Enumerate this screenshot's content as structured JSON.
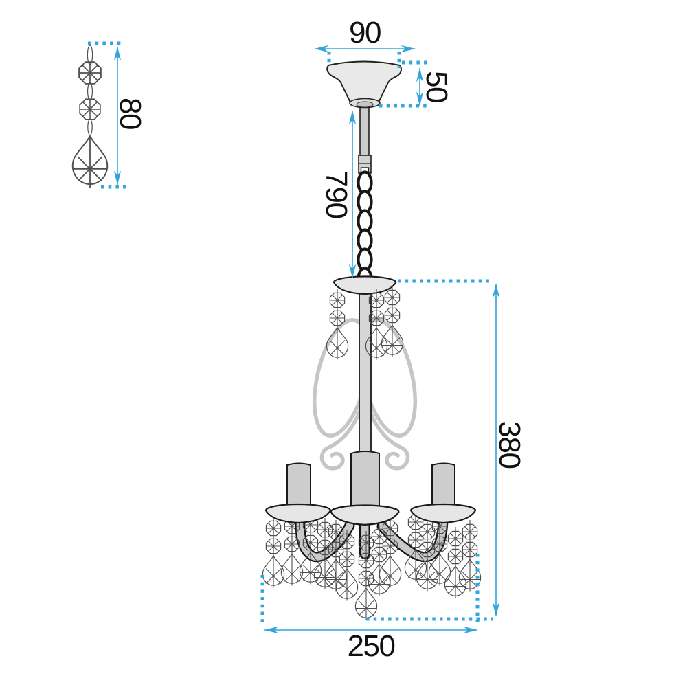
{
  "diagram": {
    "labels": {
      "canopy_width": "90",
      "canopy_height": "50",
      "suspension_length": "790",
      "body_height": "380",
      "body_width": "250",
      "pendant_height": "80"
    },
    "colors": {
      "dimension_accent": "#31a5dc",
      "outline": "#222222",
      "metal_fill": "#e9e9e9",
      "scroll_gray": "#c6c6c6"
    }
  }
}
